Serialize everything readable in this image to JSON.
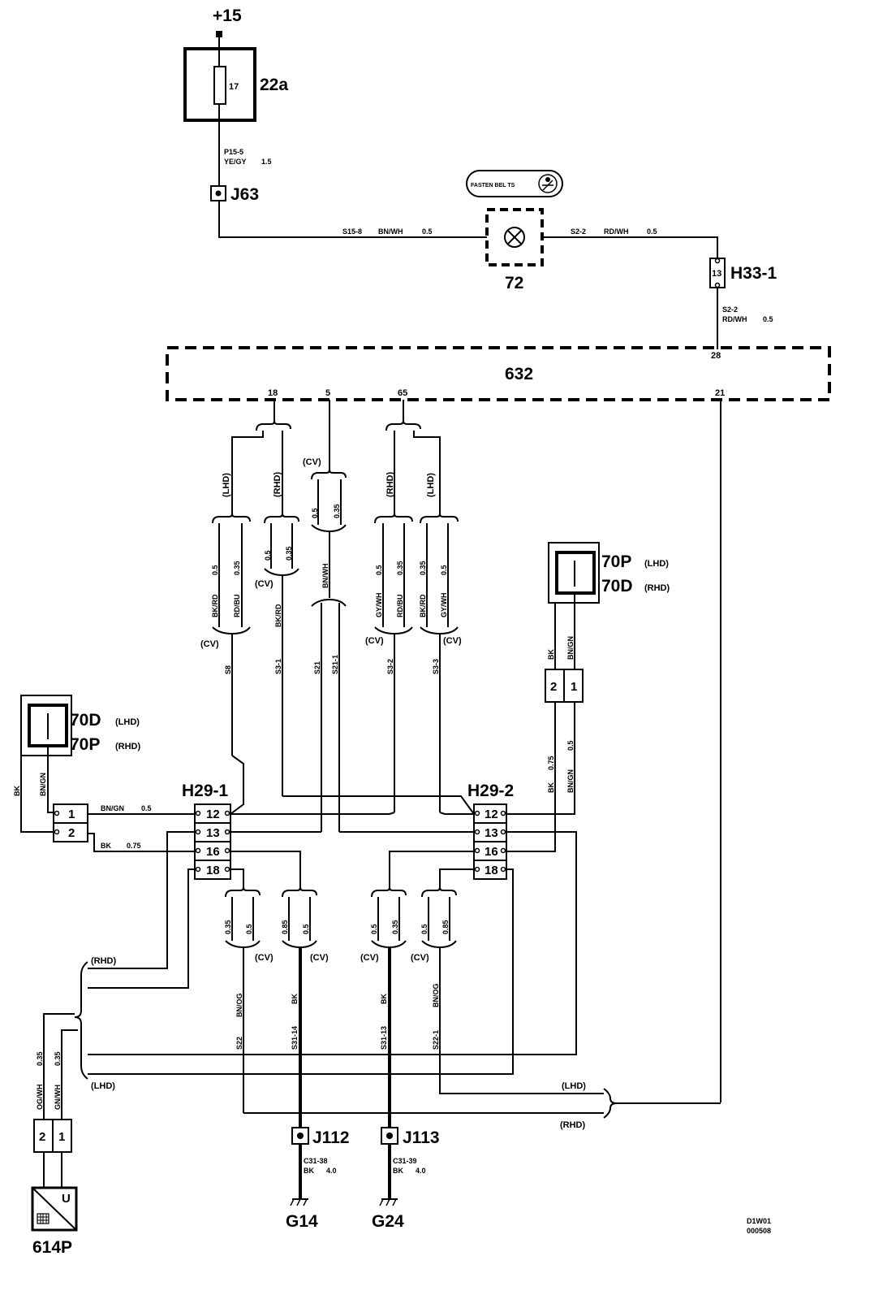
{
  "supply": {
    "label": "+15"
  },
  "fuse": {
    "number": "17",
    "label": "22a"
  },
  "wire_top": {
    "circuit": "P15-5",
    "color": "YE/GY",
    "size": "1.5"
  },
  "j63": {
    "label": "J63"
  },
  "wire_s15": {
    "circuit": "S15-8",
    "color": "BN/WH",
    "size": "0.5"
  },
  "wire_s2": {
    "circuit": "S2-2",
    "color": "RD/WH",
    "size": "0.5"
  },
  "lamp": {
    "label": "72",
    "symbol_text": "FASTEN BEL TS"
  },
  "h33": {
    "pin": "13",
    "label": "H33-1"
  },
  "wire_s2b": {
    "circuit": "S2-2",
    "color": "RD/WH",
    "size": "0.5"
  },
  "ecu": {
    "label": "632",
    "pin_28": "28",
    "pin_18": "18",
    "pin_5": "5",
    "pin_65": "65",
    "pin_21": "21"
  },
  "variants": {
    "lhd": "(LHD)",
    "rhd": "(RHD)",
    "cv": "(CV)"
  },
  "sw_right": {
    "label_p": "70P",
    "label_d": "70D",
    "lhd": "(LHD)",
    "rhd": "(RHD)",
    "pin2": "2",
    "pin1": "1",
    "wire_bk": "BK",
    "wire_bngn": "BN/GN",
    "size_bk": "0.75",
    "size_bngn": "0.5"
  },
  "sw_left": {
    "label_d": "70D",
    "label_p": "70P",
    "lhd": "(LHD)",
    "rhd": "(RHD)",
    "pin1": "1",
    "pin2": "2",
    "wire_bk": "BK",
    "wire_bngn": "BN/GN",
    "h_bngn": "BN/GN",
    "h_bngn_size": "0.5",
    "h_bk": "BK",
    "h_bk_size": "0.75"
  },
  "h29_1": {
    "label": "H29-1",
    "pins": [
      "12",
      "13",
      "16",
      "18"
    ]
  },
  "h29_2": {
    "label": "H29-2",
    "pins": [
      "12",
      "13",
      "16",
      "18"
    ]
  },
  "upper_wires": {
    "lhd_sizes": [
      "0.5",
      "0.35"
    ],
    "lhd_colors": [
      "BK/RD",
      "RD/BU"
    ],
    "rhd_sizes": [
      "0.5",
      "0.35"
    ],
    "rhd_color": "BK/RD",
    "cv_sizes": [
      "0.5",
      "0.35"
    ],
    "cv_color": "BN/WH",
    "rhd2_sizes": [
      "0.5",
      "0.35"
    ],
    "rhd2_colors": [
      "GY/WH",
      "RD/BU"
    ],
    "lhd2_sizes": [
      "0.35",
      "0.5"
    ],
    "lhd2_colors": [
      "BK/RD",
      "GY/WH"
    ],
    "circuits": [
      "S8",
      "S3-1",
      "S21",
      "S21-1",
      "S3-2",
      "S3-3"
    ]
  },
  "lower_wires": {
    "g1_sizes": [
      "0.35",
      "0.5"
    ],
    "g2_sizes": [
      "0.85",
      "0.5"
    ],
    "g3_sizes": [
      "0.5",
      "0.35"
    ],
    "g4_sizes": [
      "0.5",
      "0.85"
    ],
    "colors": [
      "BN/OG",
      "BK",
      "BK",
      "BN/OG"
    ],
    "circuits": [
      "S22",
      "S31-14",
      "S31-13",
      "S22-1"
    ]
  },
  "sensor": {
    "label": "614P",
    "pin2": "2",
    "pin1": "1",
    "colors": [
      "OG/WH",
      "GN/WH"
    ],
    "sizes": [
      "0.35",
      "0.35"
    ],
    "symbol": "U"
  },
  "j112": {
    "label": "J112",
    "circuit": "C31-38",
    "color": "BK",
    "size": "4.0"
  },
  "j113": {
    "label": "J113",
    "circuit": "C31-39",
    "color": "BK",
    "size": "4.0"
  },
  "g14": {
    "label": "G14"
  },
  "g24": {
    "label": "G24"
  },
  "doc": {
    "id": "D1W01",
    "code": "000508"
  }
}
